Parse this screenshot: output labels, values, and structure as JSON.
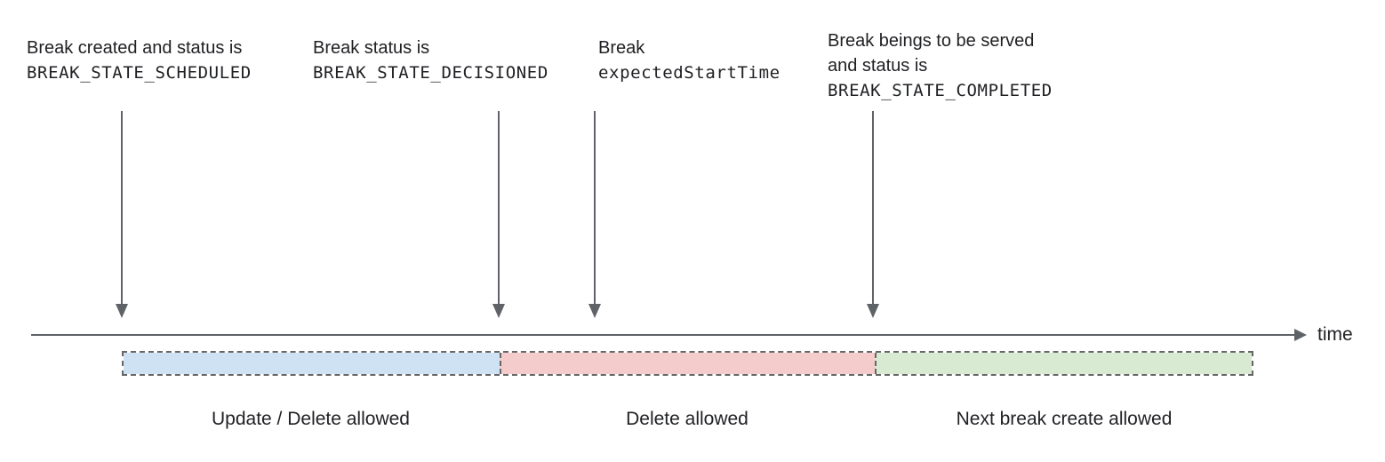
{
  "diagram": {
    "annotations": [
      {
        "line1": "Break created and status is",
        "line2": "BREAK_STATE_SCHEDULED"
      },
      {
        "line1": "Break status is",
        "line2": "BREAK_STATE_DECISIONED"
      },
      {
        "line1": "Break",
        "line2": "expectedStartTime"
      },
      {
        "line1": "Break beings to be served",
        "line2": "and status is",
        "line3": "BREAK_STATE_COMPLETED"
      }
    ],
    "axis": {
      "label": "time"
    },
    "segments": [
      {
        "label": "Update / Delete allowed",
        "color": "#cfe2f3"
      },
      {
        "label": "Delete allowed",
        "color": "#f4cccc"
      },
      {
        "label": "Next break create allowed",
        "color": "#d9ead3"
      }
    ],
    "colors": {
      "arrow": "#5f6368",
      "dash_border": "#666666",
      "text": "#202124"
    }
  }
}
